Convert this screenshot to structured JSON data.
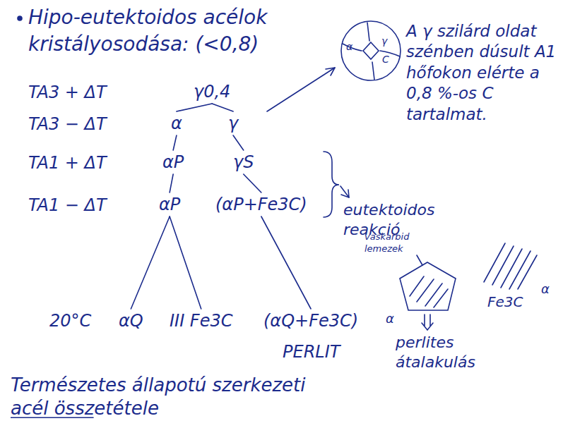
{
  "diagram": {
    "title": "Hipo-eutektoidos acélok kristályosodása: (<0,8)",
    "nodes": [
      {
        "text": [
          "γ0,4"
        ]
      },
      {
        "text": [
          "α"
        ]
      },
      {
        "text": [
          "γ"
        ]
      },
      {
        "text": [
          "αP"
        ]
      },
      {
        "text": [
          "γS"
        ]
      },
      {
        "text": [
          "αP"
        ]
      },
      {
        "text": [
          "(αP+Fe3C)"
        ]
      },
      {
        "text": [
          "αQ"
        ]
      },
      {
        "text": [
          "III Fe3C"
        ]
      },
      {
        "text": [
          "(αQ+Fe3C)"
        ]
      }
    ],
    "edges": [
      {
        "from": 0,
        "to": 1,
        "arrow": "none"
      },
      {
        "from": 0,
        "to": 2,
        "arrow": "none"
      },
      {
        "from": 1,
        "to": 3,
        "arrow": "none"
      },
      {
        "from": 2,
        "to": 4,
        "arrow": "none"
      },
      {
        "from": 3,
        "to": 5,
        "arrow": "none"
      },
      {
        "from": 4,
        "to": 6,
        "arrow": "none"
      },
      {
        "from": 5,
        "to": 7,
        "arrow": "none"
      },
      {
        "from": 5,
        "to": 8,
        "arrow": "none"
      },
      {
        "from": 6,
        "to": 9,
        "arrow": "none"
      }
    ],
    "labels": [
      "TA3 + ΔT",
      "TA3 − ΔT",
      "TA1 + ΔT",
      "TA1 − ΔT",
      "20°C",
      "PERLIT",
      "eutektoidos reakció",
      "A γ szilárd oldat szénben dúsult A1 hőfokon elérte a 0,8 %-os C tartalmat.",
      "α",
      "γ",
      "C",
      "vaskarbid lemezek",
      "α",
      "Fe3C",
      "α",
      "perlites átalakulás",
      "Természetes állapotú szerkezeti acél összetétele"
    ]
  }
}
